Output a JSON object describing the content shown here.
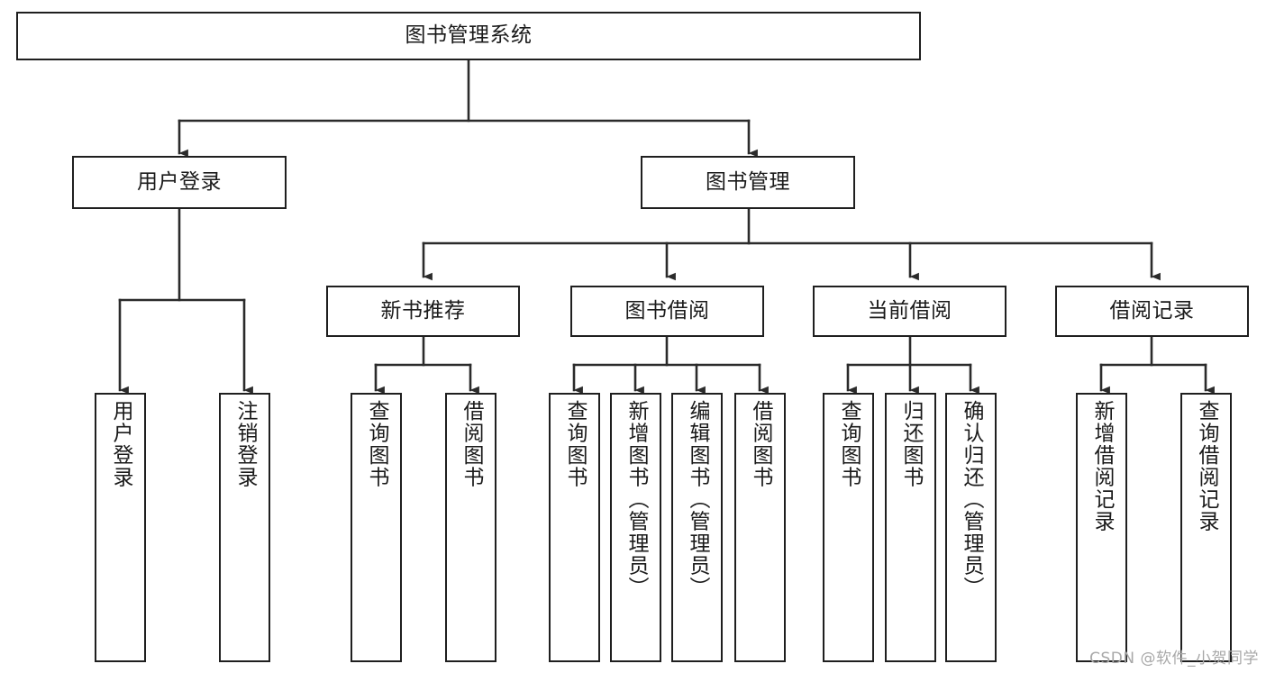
{
  "diagram": {
    "title": "图书管理系统",
    "type": "tree-hierarchy-chart",
    "colors": {
      "box_border": "#1f1f1f",
      "box_fill": "#ffffff",
      "edge": "#2b2b2b",
      "text": "#1a1a1a",
      "watermark": "#a8a8a8",
      "background": "#ffffff"
    },
    "root": {
      "label": "图书管理系统"
    },
    "level2": [
      {
        "label": "用户登录"
      },
      {
        "label": "图书管理"
      }
    ],
    "level3": [
      {
        "label": "新书推荐"
      },
      {
        "label": "图书借阅"
      },
      {
        "label": "当前借阅"
      },
      {
        "label": "借阅记录"
      }
    ],
    "leaves": {
      "user_login": [
        {
          "label": "用户登录"
        },
        {
          "label": "注销登录"
        }
      ],
      "new_book_recommend": [
        {
          "label": "查询图书"
        },
        {
          "label": "借阅图书"
        }
      ],
      "book_borrow": [
        {
          "label": "查询图书"
        },
        {
          "label": "新增图书（管理员）"
        },
        {
          "label": "编辑图书（管理员）"
        },
        {
          "label": "借阅图书"
        }
      ],
      "current_borrow": [
        {
          "label": "查询图书"
        },
        {
          "label": "归还图书"
        },
        {
          "label": "确认归还（管理员）"
        }
      ],
      "borrow_record": [
        {
          "label": "新增借阅记录"
        },
        {
          "label": "查询借阅记录"
        }
      ]
    },
    "watermark": "CSDN @软件_小贺同学"
  }
}
